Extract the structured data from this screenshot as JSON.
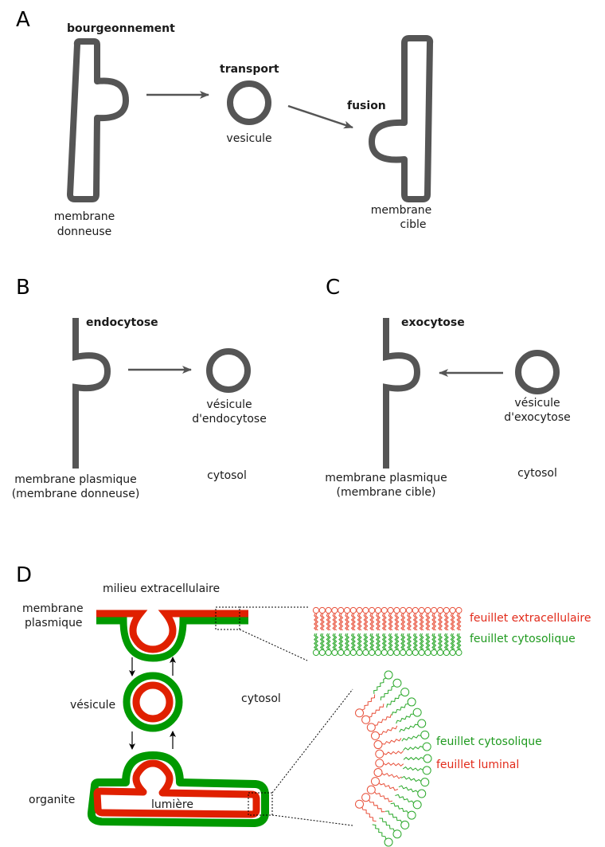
{
  "colors": {
    "membrane_gray": "#555555",
    "leaflet_red": "#e02000",
    "leaflet_green": "#009900",
    "label_red": "#e22b1b",
    "label_green": "#1f9a1f"
  },
  "panels": {
    "A": {
      "letter": "A",
      "step_budding": "bourgeonnement",
      "step_transport": "transport",
      "step_fusion": "fusion",
      "vesicle": "vesicule",
      "donor_line1": "membrane",
      "donor_line2": "donneuse",
      "target_line1": "membrane",
      "target_line2": "cible"
    },
    "B": {
      "letter": "B",
      "title": "endocytose",
      "vesicle_line1": "vésicule",
      "vesicle_line2": "d'endocytose",
      "membrane_line1": "membrane plasmique",
      "membrane_line2": "(membrane donneuse)",
      "cytosol": "cytosol"
    },
    "C": {
      "letter": "C",
      "title": "exocytose",
      "vesicle_line1": "vésicule",
      "vesicle_line2": "d'exocytose",
      "membrane_line1": "membrane plasmique",
      "membrane_line2": "(membrane cible)",
      "cytosol": "cytosol"
    },
    "D": {
      "letter": "D",
      "extracellular": "milieu extracellulaire",
      "plasma_line1": "membrane",
      "plasma_line2": "plasmique",
      "vesicle": "vésicule",
      "cytosol": "cytosol",
      "organelle": "organite",
      "lumen": "lumière",
      "inset_top": {
        "leaflet_outer": "feuillet extracellulaire",
        "leaflet_inner": "feuillet cytosolique"
      },
      "inset_bottom": {
        "leaflet_outer": "feuillet cytosolique",
        "leaflet_inner": "feuillet luminal"
      }
    }
  }
}
